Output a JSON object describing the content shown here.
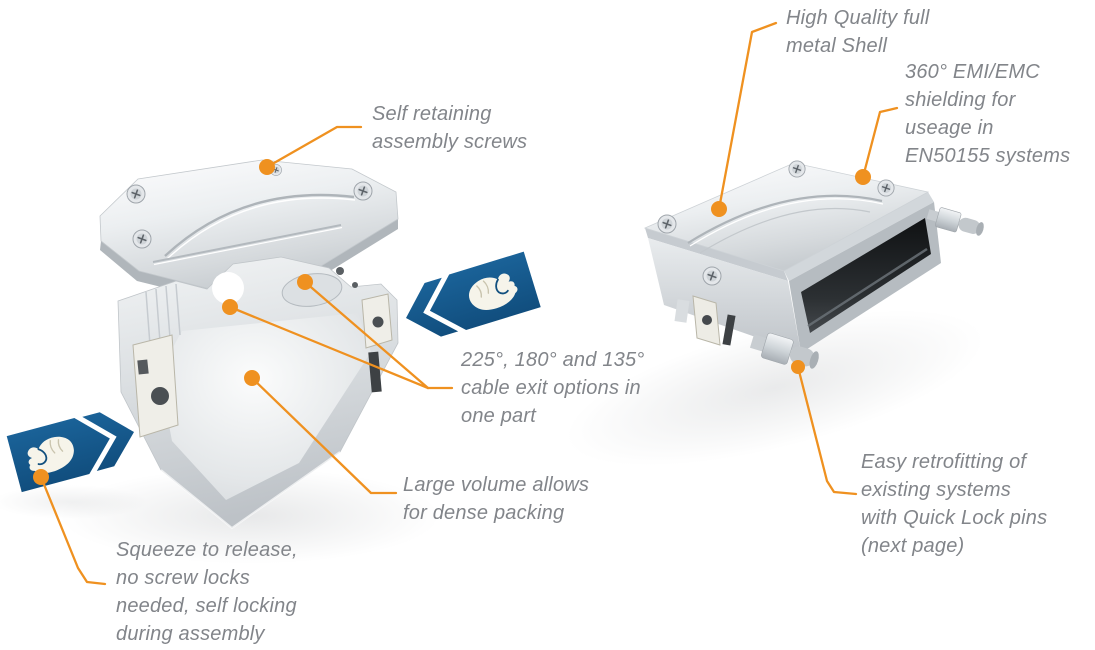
{
  "figure": {
    "description": "Exploded and assembled views of a full metal connector shell with feature callouts",
    "colors": {
      "accent_orange": "#EF9120",
      "arrow_blue": "#155C90",
      "text_gray": "#82858A",
      "background": "#FFFFFF"
    },
    "icons": {
      "squeeze_hand_left": "pinch-hand",
      "squeeze_hand_right": "pinch-hand",
      "chevron_left": "double-chevron-arrow",
      "chevron_right": "double-chevron-arrow"
    }
  },
  "annotations": {
    "self_retaining": {
      "text": "Self retaining\nassembly screws"
    },
    "high_quality": {
      "text": "High Quality full\nmetal Shell"
    },
    "emi_shielding": {
      "text": "360° EMI/EMC\nshielding for\nuseage in\nEN50155 systems"
    },
    "cable_exit": {
      "text": "225°, 180° and 135°\ncable exit options in\none part"
    },
    "large_volume": {
      "text": "Large volume allows\nfor dense packing"
    },
    "squeeze_release": {
      "text": "Squeeze to release,\nno screw locks\nneeded, self locking\nduring assembly"
    },
    "easy_retrofit": {
      "text": "Easy retrofitting of\nexisting systems\nwith Quick Lock pins\n(next page)"
    }
  }
}
